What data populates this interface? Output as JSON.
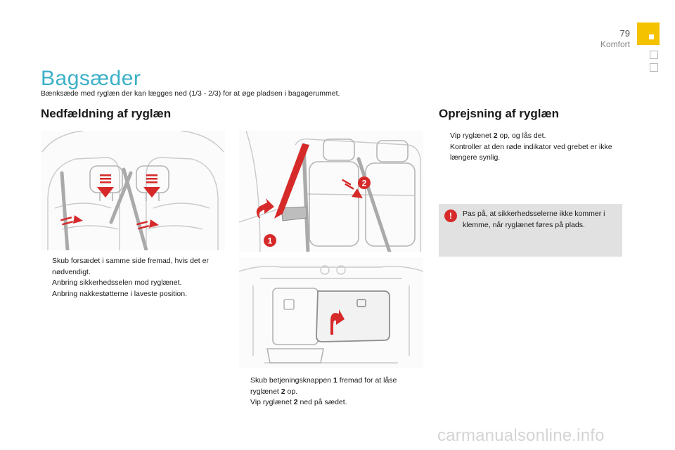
{
  "header": {
    "page_number": "79",
    "section": "Komfort"
  },
  "title": "Bagsæder",
  "intro": "Bænksæde med ryglæn der kan lægges ned (1/3 - 2/3) for at øge pladsen i bagagerummet.",
  "left": {
    "heading": "Nedfældning af ryglæn",
    "steps": [
      "Skub forsædet i samme side fremad, hvis det er nødvendigt.",
      "Anbring sikkerhedsselen mod ryglænet.",
      "Anbring nakkestøtterne i laveste position."
    ]
  },
  "middle": {
    "callout_1": "1",
    "callout_2": "2",
    "step1_a": "Skub betjeningsknappen ",
    "step1_b": "1",
    "step1_c": " fremad for at låse ryglænet ",
    "step1_d": "2",
    "step1_e": " op.",
    "step2_a": "Vip ryglænet ",
    "step2_b": "2",
    "step2_c": " ned på sædet."
  },
  "right": {
    "heading": "Oprejsning af ryglæn",
    "step1_a": "Vip ryglænet ",
    "step1_b": "2",
    "step1_c": " op, og lås det.",
    "step2": "Kontroller at den røde indikator ved grebet er ikke længere synlig.",
    "note": "Pas på, at sikkerhedsselerne ikke kommer i klemme, når ryglænet føres på plads."
  },
  "bullet_glyph": "",
  "watermark": "carmanualsonline.info",
  "colors": {
    "title": "#3cb0c8",
    "accent_tab": "#f5c200",
    "arrow_red": "#d62a2a",
    "note_bg": "#e1e1e1"
  },
  "icons": [
    "checkbox-bullet-icon",
    "warning-exclamation-icon"
  ]
}
